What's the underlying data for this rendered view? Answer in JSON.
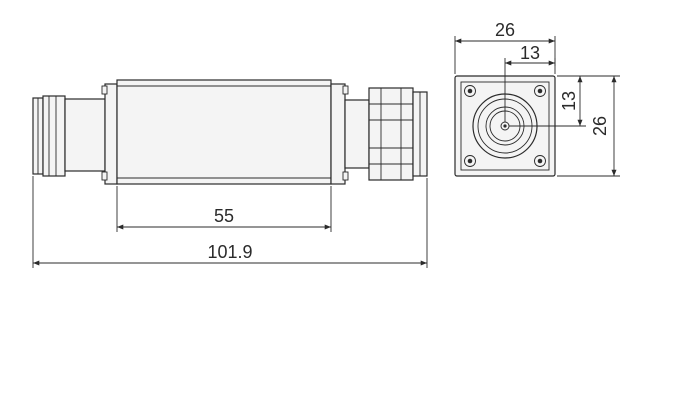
{
  "dimensions": {
    "body_length": "55",
    "total_length": "101.9",
    "flange_width": "26",
    "flange_height": "26",
    "half_width": "13",
    "half_height": "13"
  },
  "colors": {
    "line": "#2b2b2b",
    "background": "#ffffff"
  }
}
